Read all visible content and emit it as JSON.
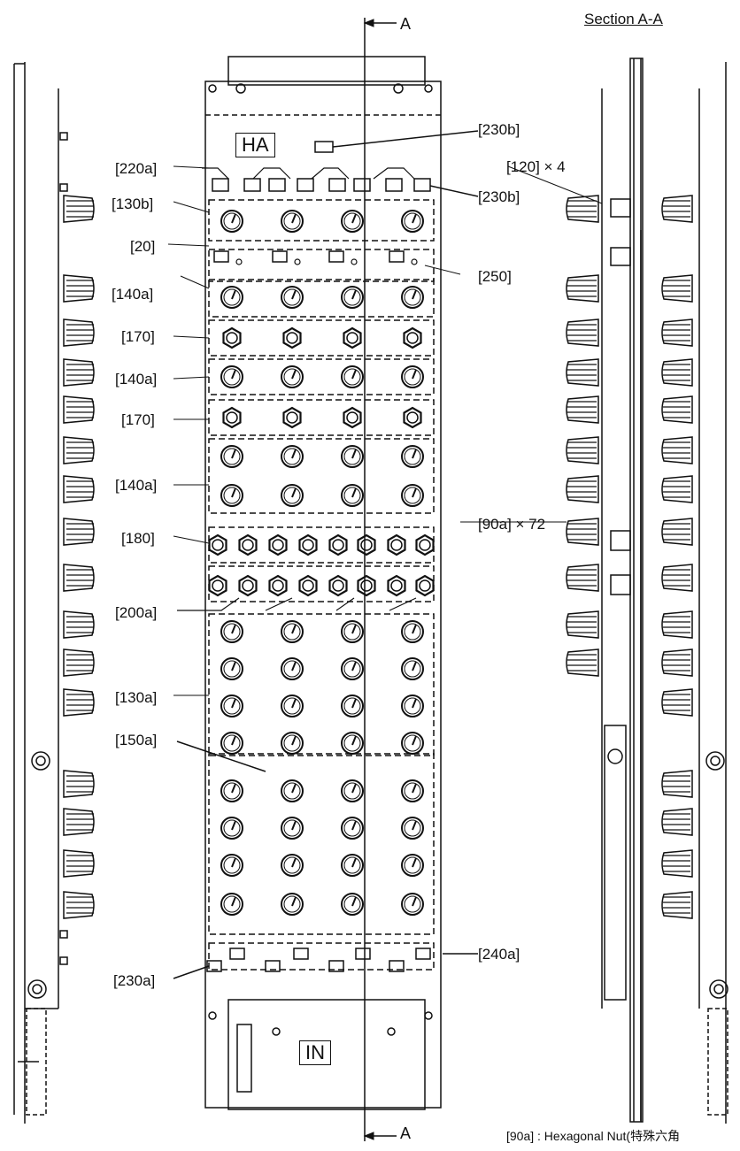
{
  "diagram": {
    "section_marker": "A",
    "section_title": "Section A-A",
    "box_labels": {
      "top": "HA",
      "bottom": "IN"
    },
    "callouts": {
      "c230b_top": "[230b]",
      "c120": "[120] × 4",
      "c220a": "[220a]",
      "c230b_mid": "[230b]",
      "c130b": "[130b]",
      "c20": "[20]",
      "c250": "[250]",
      "c140a_1": "[140a]",
      "c170_1": "[170]",
      "c140a_2": "[140a]",
      "c170_2": "[170]",
      "c140a_3": "[140a]",
      "c90a": "[90a] × 72",
      "c180": "[180]",
      "c200a": "[200a]",
      "c130a": "[130a]",
      "c150a": "[150a]",
      "c240a": "[240a]",
      "c230a": "[230a]"
    },
    "footnote": "[90a] : Hexagonal Nut(特殊六角"
  }
}
